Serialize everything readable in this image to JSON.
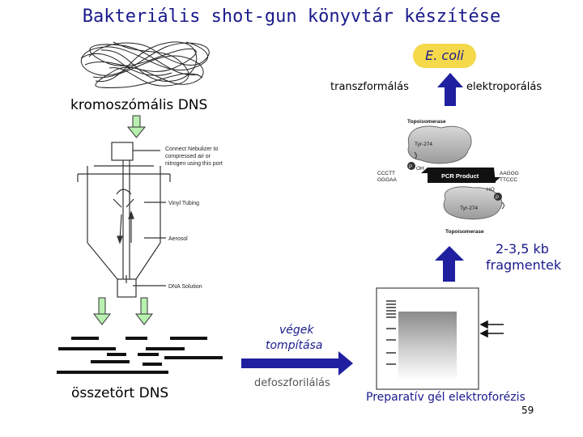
{
  "title": "Bakteriális shot-gun könyvtár készítése",
  "ecoli_label": "E. coli",
  "labels": {
    "transzformalas": "transzformálás",
    "elektroporalas": "elektroporálás",
    "kromoszomalis": "kromoszómális DNS",
    "fragment_size": "2-3,5 kb",
    "fragment_word": "fragmentek",
    "vegek": "végek",
    "tompitasa": "tompítása",
    "defoszforilalas": "defoszforilálás",
    "osszetort": "összetört DNS",
    "preparativ": "Preparatív gél elektroforézis",
    "page_number": "59"
  },
  "nebulizer": {
    "connect": "Connect Nebulizer to",
    "compressed": "compressed air or",
    "nitrogen": "nitrogen using this port",
    "vinyl": "Vinyl Tubing",
    "aerosol": "Aerosol",
    "dna_solution": "DNA Solution"
  },
  "topo": {
    "top_label": "Topoisomerase",
    "tyr_top": "Tyr-274",
    "p": "P",
    "oh": "OH",
    "left_seq_1": "CCCTT",
    "left_seq_2": "GGGAA",
    "pcr": "PCR Product",
    "right_seq_1": "AAGGG",
    "right_seq_2": "TTCCC",
    "ho": "HO",
    "tyr_bottom": "Tyr-274",
    "bottom_label": "Topoisomerase"
  },
  "colors": {
    "title_blue": "#1a1a8c",
    "ecoli_yellow": "#f5d94a",
    "arrow_blue": "#1f1fa0",
    "arrow_green": "#b8f0b0"
  }
}
